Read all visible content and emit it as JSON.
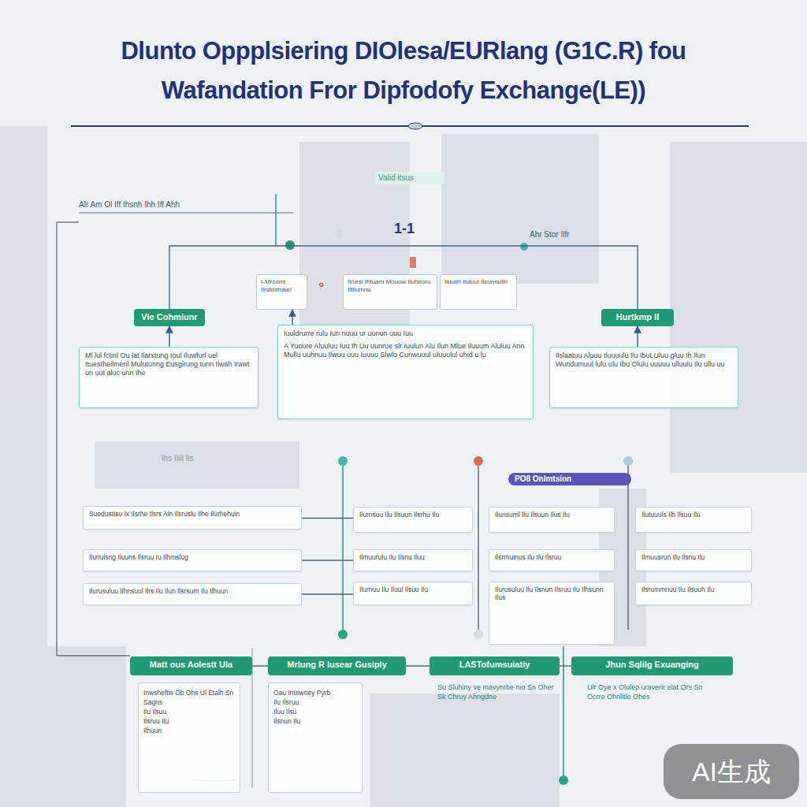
{
  "diagram": {
    "title": "Dlunto Oppplsiering DIOlesa/EURlang (G1C.R) fou Wafandation Fror Dipfodofy Exchange(LE))",
    "nodes": [
      {
        "text": [
          "Vie Cohmiunr"
        ]
      },
      {
        "text": [
          "Ml lul fctinl Ou lat Ilarstung Ioul Iluwfurl uel Ituestheilmenl Mulutunng Eusgirung tunn Ilwah Irawt un uut aluc unn Ihe"
        ]
      },
      {
        "text": [
          "I-Mrcoml Ilrstmmaiel"
        ]
      },
      {
        "text": [
          "Ilrursl Ihtuam Mouuw Iluhiroru Iltllumnu"
        ]
      },
      {
        "text": [
          "Iluulin Iluluul Ilsunnulln"
        ]
      },
      {
        "text": [
          "Iuuldrurre rulu Iun nuuu ur uunun uuu Iuu",
          "A Yuoure Aluuluu Iuu Ih Uu uunrue slr Iuulun Alu Ilun Mlue Iluuum Aluluu Ann Mullu uuhnuu Ilwuu uuu Iuuuu Slwlo Cunwuuul uluuulul uhid u lu"
        ]
      },
      {
        "text": [
          "Hurtkmp ll"
        ]
      },
      {
        "text": [
          "Ilslaatuu Aluuu Iluuuulu Ilu Ibut Uluu gluu Ih Ilun Wundumuul lulu ulu Ibu Olulu uuuuu ulluuiu Ilu ullu uu"
        ]
      },
      {
        "text": [
          "Suedustisu Ix Ilsrhe Ilsrs Aln Ilsruslu Ilhe Ilurhehuin"
        ]
      },
      {
        "text": [
          "Iluriulsng Iluuns Ilsruu Iu Ilhmslug"
        ]
      },
      {
        "text": [
          "Ilurusuluu Ilhnsuul Ilrs Ilu Ilun Ilsrsum Ilu Ilhuun"
        ]
      },
      {
        "text": [
          "Ilurnsuu Ilu Ilsuun Ilsrhu Ilu"
        ]
      },
      {
        "text": [
          "Ilmuurulu Ilu Ilsnu Iluu"
        ]
      },
      {
        "text": [
          "Ilurnuu Ilu Iluul Ilsuu Ilu"
        ]
      },
      {
        "text": [
          "Ilunsuml Ilu Ilsuun Ilus Ilu"
        ]
      },
      {
        "text": [
          "Ilsrmuinus Ilu Ilu Ilsruu"
        ]
      },
      {
        "text": [
          "Ilurusuluu Ilu Ilsnun Ilsruu Ilu Ilhsunn Ilus"
        ]
      },
      {
        "text": [
          "Ilutuuuls Ilh Ilsuu Ilu"
        ]
      },
      {
        "text": [
          "Ilmuusrun Ilu Ilsnu Ilu"
        ]
      },
      {
        "text": [
          "Ilsrummnuu Ilu Ilsuuh Ilu"
        ]
      },
      {
        "text": [
          "Matt ous Aolestt Ula"
        ]
      },
      {
        "text": [
          "Mrlung R lusear Gusiply"
        ]
      },
      {
        "text": [
          "LASTofumsuiatiy"
        ]
      },
      {
        "text": [
          "Jhun Sqlilg Exuanging"
        ]
      },
      {
        "text": [
          "Inwsheftw Ob Ohs Ul Etalh Sn Sagns",
          "Ilu Ilsuu",
          "Ilsruu Ilu",
          "Ilhuun"
        ]
      },
      {
        "text": [
          "Oau Intewney Pyrb",
          "Ilu Ilsruu",
          "Iluu Ilsu",
          "Ilsnun Ilu"
        ]
      }
    ],
    "edges": [
      {
        "from": 1,
        "to": 0,
        "arrow": "to"
      },
      {
        "from": 5,
        "to": 2,
        "arrow": "to"
      },
      {
        "from": 7,
        "to": 6,
        "arrow": "to"
      },
      {
        "from": 0,
        "to": 6,
        "arrow": "none"
      },
      {
        "from": 8,
        "to": 11,
        "arrow": "none"
      },
      {
        "from": 9,
        "to": 12,
        "arrow": "none"
      },
      {
        "from": 10,
        "to": 13,
        "arrow": "none"
      },
      {
        "from": 20,
        "to": 21,
        "arrow": "none"
      },
      {
        "from": 21,
        "to": 22,
        "arrow": "none"
      },
      {
        "from": 22,
        "to": 23,
        "arrow": "none"
      }
    ],
    "labels": [
      "Valid itsus",
      "Alr Am Ol Iff Ihsnh Ihh Iff Ahh",
      "1-1",
      "Ahr Stor Ilfr",
      "Ihs Ilill Ils",
      "PO8 Onlmtsion",
      "Su Sluhiny ve mavynrbe nio Sn Oher Sk Chruy Ahngdne",
      "Ulr Oye x Olulep uraverir elat Ors Sn Ocrre Ohnlitle Ohes",
      "AI生成"
    ]
  }
}
